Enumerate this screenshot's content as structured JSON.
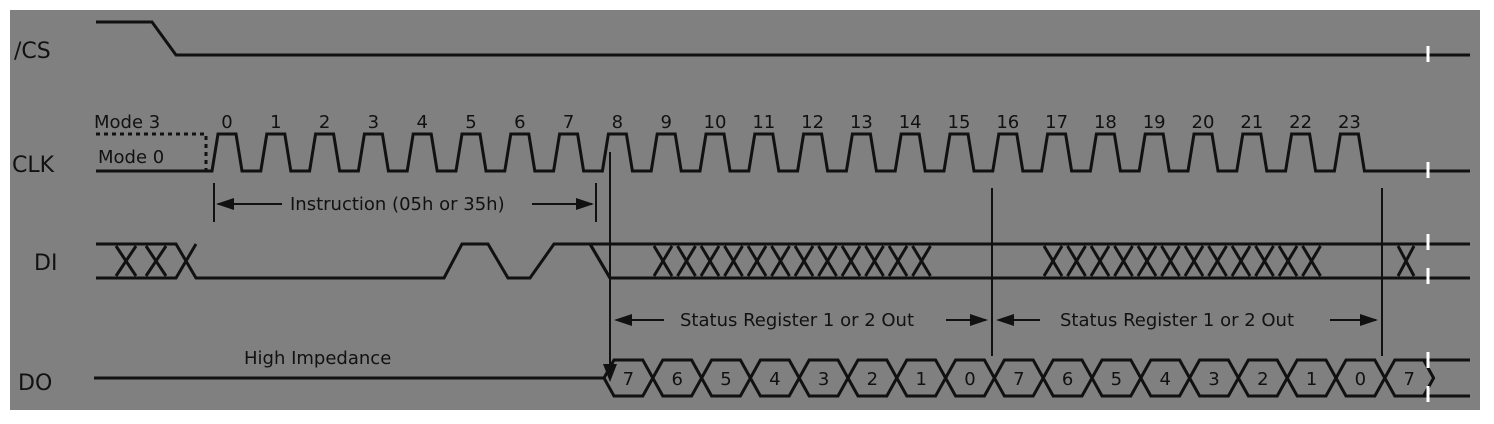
{
  "signals": {
    "cs": "/CS",
    "clk": "CLK",
    "di": "DI",
    "do": "DO"
  },
  "clock": {
    "mode3": "Mode 3",
    "mode0": "Mode 0",
    "cycles": [
      "0",
      "1",
      "2",
      "3",
      "4",
      "5",
      "6",
      "7",
      "8",
      "9",
      "10",
      "11",
      "12",
      "13",
      "14",
      "15",
      "16",
      "17",
      "18",
      "19",
      "20",
      "21",
      "22",
      "23"
    ]
  },
  "annotations": {
    "instruction": "Instruction (05h or 35h)",
    "status_1": "Status Register 1 or 2 Out",
    "status_2": "Status Register 1 or 2 Out",
    "high_impedance": "High Impedance"
  },
  "do_bits": [
    "7",
    "6",
    "5",
    "4",
    "3",
    "2",
    "1",
    "0",
    "7",
    "6",
    "5",
    "4",
    "3",
    "2",
    "1",
    "0",
    "7"
  ],
  "colors": {
    "background": "#808080",
    "line": "#111111",
    "page": "#ffffff"
  }
}
